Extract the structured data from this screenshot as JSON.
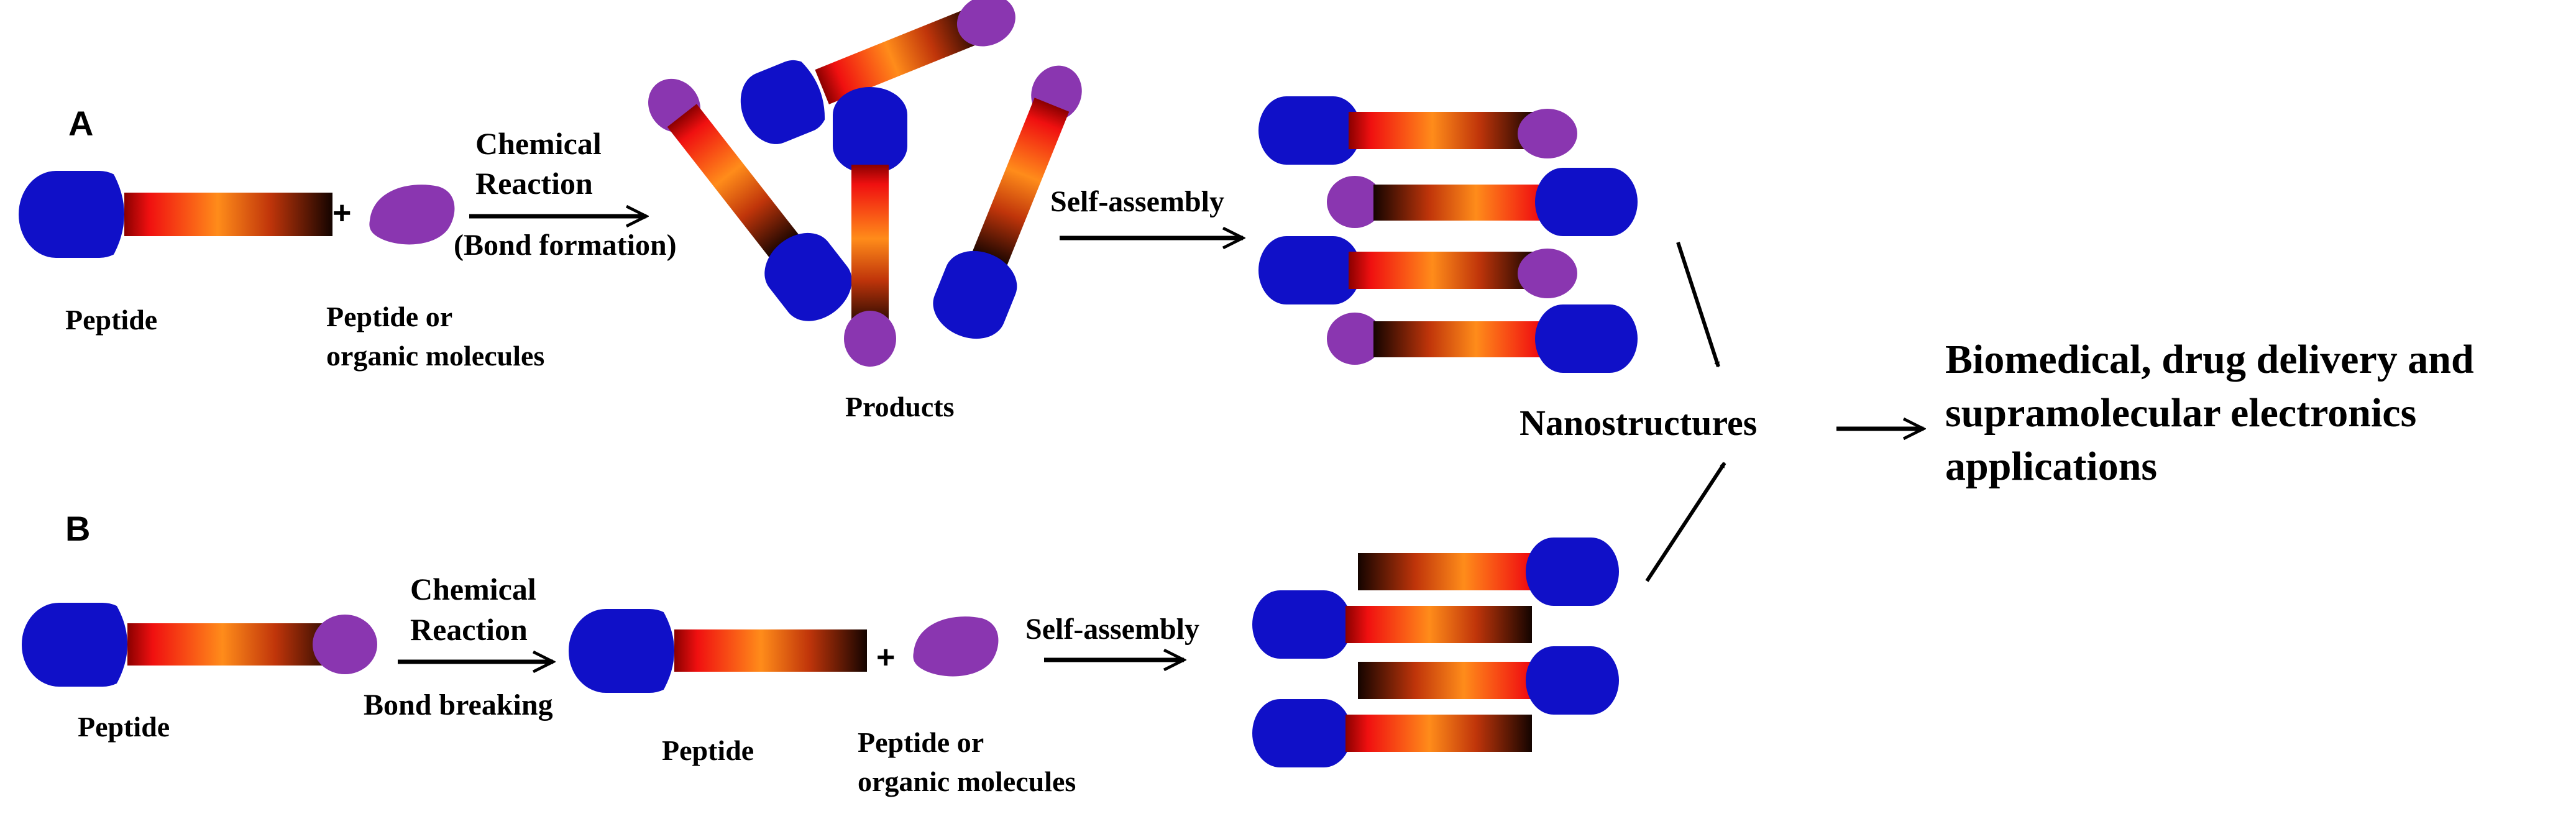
{
  "section_a": {
    "letter": "A",
    "peptide_label": "Peptide",
    "plus": "+",
    "molecule_label_line1": "Peptide or",
    "molecule_label_line2": "organic molecules",
    "reaction_line1": "Chemical",
    "reaction_line2": "Reaction",
    "reaction_line3": "(Bond formation)",
    "products_label": "Products",
    "assembly_label": "Self-assembly"
  },
  "section_b": {
    "letter": "B",
    "peptide_label": "Peptide",
    "reaction_line1": "Chemical",
    "reaction_line2": "Reaction",
    "reaction_line3": "Bond breaking",
    "peptide_label_2": "Peptide",
    "plus": "+",
    "molecule_label_line1": "Peptide or",
    "molecule_label_line2": "organic molecules",
    "assembly_label": "Self-assembly"
  },
  "nanostructures_label": "Nanostructures",
  "applications": {
    "line1": "Biomedical, drug delivery and",
    "line2": "supramolecular electronics",
    "line3": "applications"
  },
  "colors": {
    "cylinder": "#1010C8",
    "cylinder_shade": "#0A0A9A",
    "molecule": "#8A36B0",
    "gradient_red": "#F01010",
    "gradient_orange": "#FF8C1A",
    "gradient_dark": "#140400"
  }
}
